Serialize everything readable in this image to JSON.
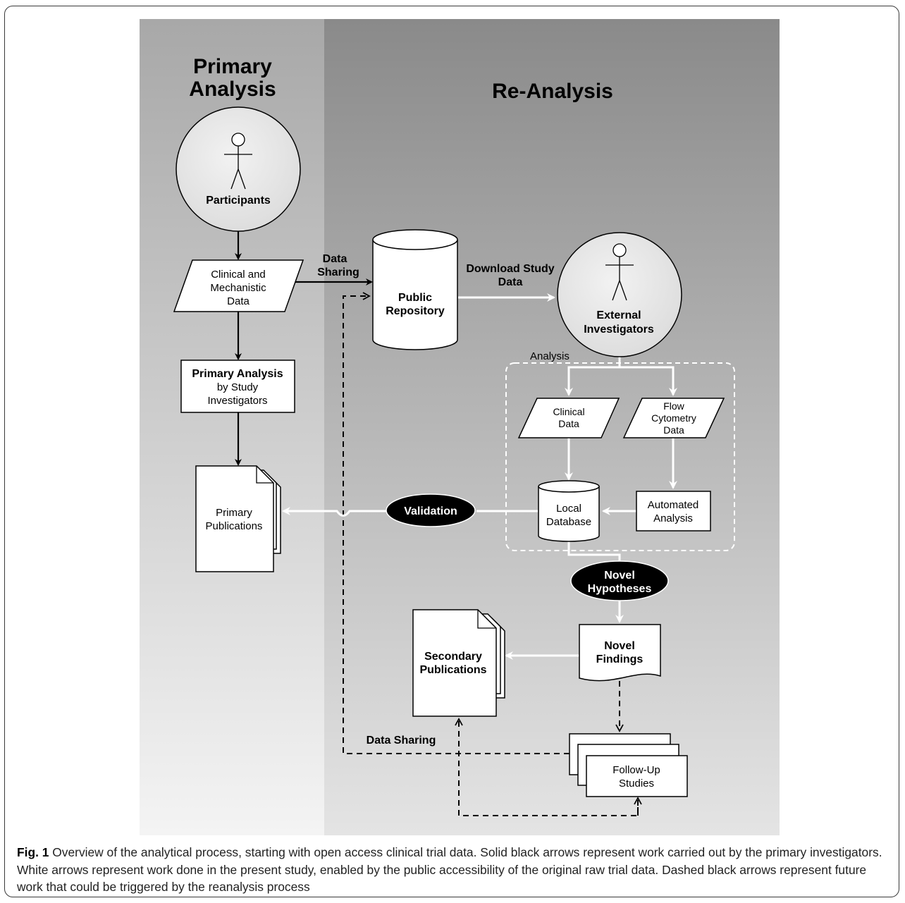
{
  "panels": {
    "primary_title_line1": "Primary",
    "primary_title_line2": "Analysis",
    "reanalysis_title": "Re-Analysis"
  },
  "nodes": {
    "participants": "Participants",
    "clinical_mech_line1": "Clinical and",
    "clinical_mech_line2": "Mechanistic",
    "clinical_mech_line3": "Data",
    "primary_analysis_line1": "Primary Analysis",
    "primary_analysis_line2": "by Study",
    "primary_analysis_line3": "Investigators",
    "primary_pubs_line1": "Primary",
    "primary_pubs_line2": "Publications",
    "public_repo_line1": "Public",
    "public_repo_line2": "Repository",
    "external_inv_line1": "External",
    "external_inv_line2": "Investigators",
    "analysis_group": "Analysis",
    "clinical_data_line1": "Clinical",
    "clinical_data_line2": "Data",
    "flow_line1": "Flow",
    "flow_line2": "Cytometry",
    "flow_line3": "Data",
    "local_db_line1": "Local",
    "local_db_line2": "Database",
    "automated_line1": "Automated",
    "automated_line2": "Analysis",
    "validation": "Validation",
    "novel_hyp_line1": "Novel",
    "novel_hyp_line2": "Hypotheses",
    "novel_findings_line1": "Novel",
    "novel_findings_line2": "Findings",
    "secondary_pubs_line1": "Secondary",
    "secondary_pubs_line2": "Publications",
    "followup_line1": "Follow-Up",
    "followup_line2": "Studies"
  },
  "edge_labels": {
    "data_sharing_top_line1": "Data",
    "data_sharing_top_line2": "Sharing",
    "download_line1": "Download Study",
    "download_line2": "Data",
    "data_sharing_bottom": "Data Sharing"
  },
  "caption": {
    "label": "Fig. 1",
    "text": " Overview of the analytical process, starting with open access clinical trial data. Solid black arrows represent work carried out by the primary investigators. White arrows represent work done in the present study, enabled by the public accessibility of the original raw trial data. Dashed black arrows represent future work that could be triggered by the reanalysis process"
  },
  "colors": {
    "arrow_primary": "#000000",
    "arrow_present": "#ffffff",
    "ellipse_fill": "#000000"
  }
}
